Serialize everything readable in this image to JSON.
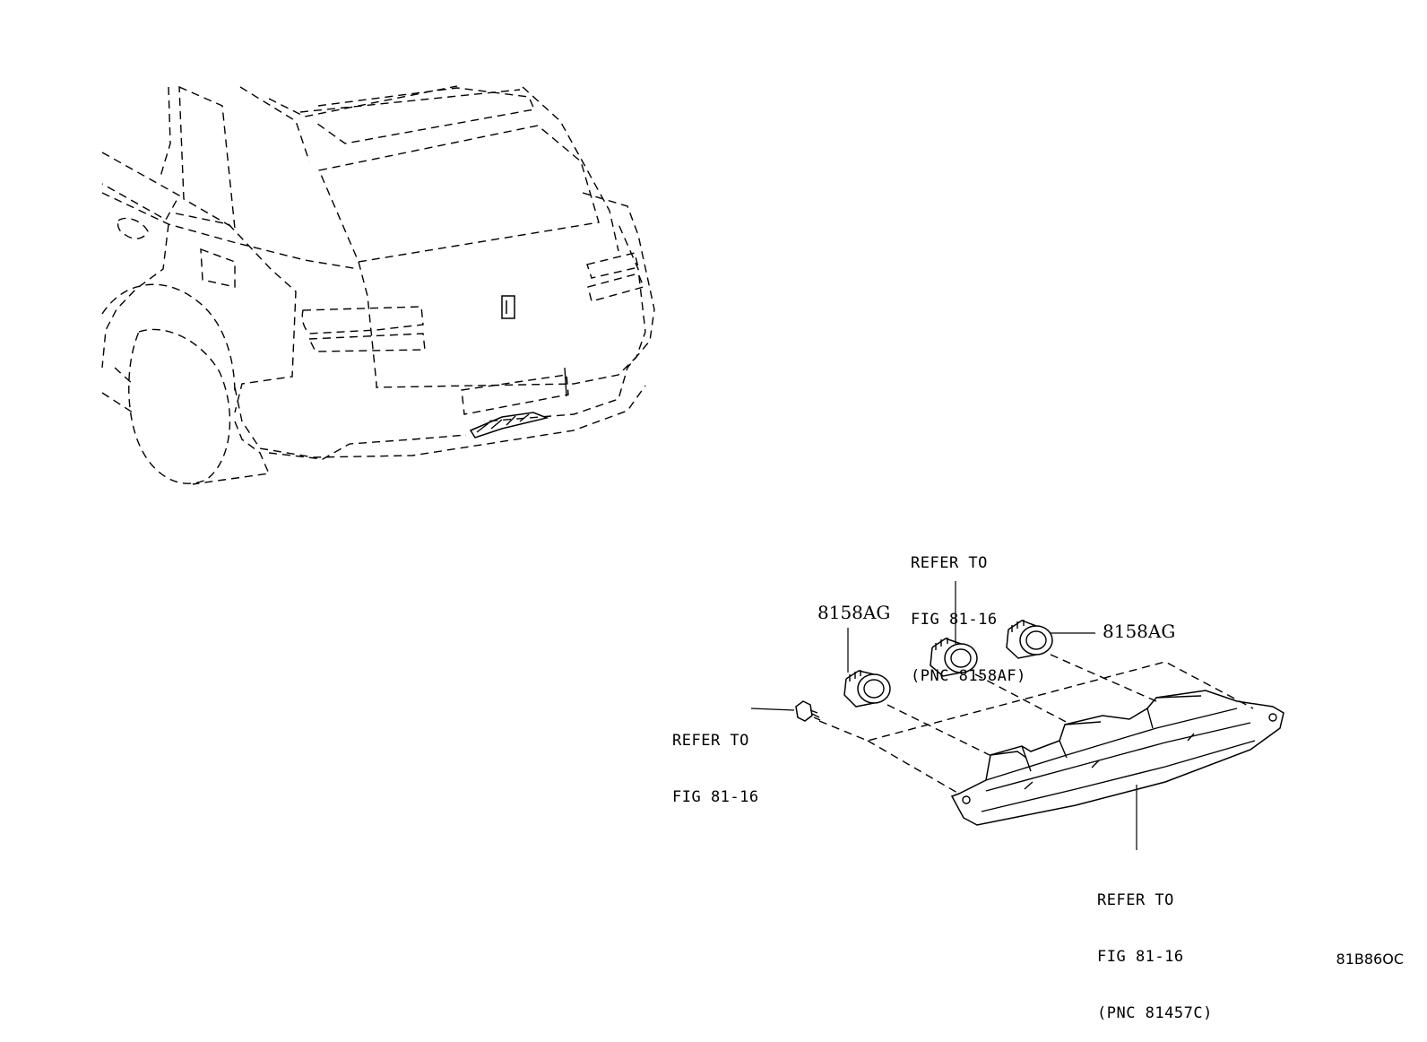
{
  "labels": {
    "part_8158ag_left": "8158AG",
    "part_8158ag_right": "8158AG",
    "refer_top": [
      "REFER TO",
      "FIG 81-16",
      "(PNC 8158AF)"
    ],
    "refer_left": [
      "REFER TO",
      "FIG 81-16"
    ],
    "refer_bottom": [
      "REFER TO",
      "FIG 81-16",
      "(PNC 81457C)"
    ]
  },
  "figure_code": "81B86OC"
}
